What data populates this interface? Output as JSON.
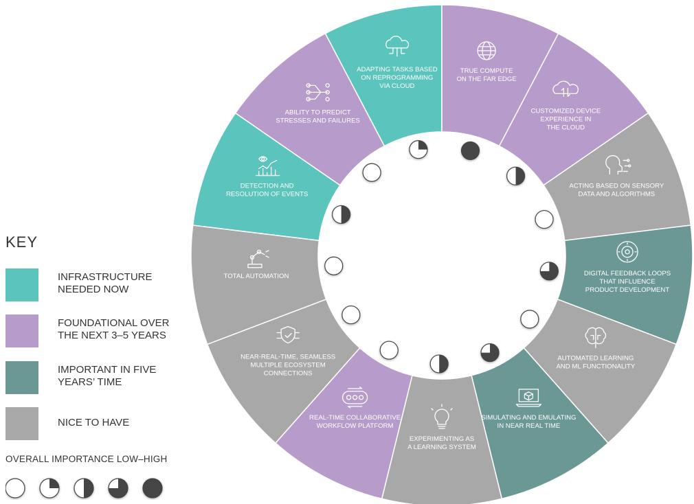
{
  "colors": {
    "infrastructure": "#5bc4bc",
    "foundational": "#b79bca",
    "important": "#6b9895",
    "nice": "#a9a8a8",
    "indicator": "#444444"
  },
  "segments": [
    {
      "lines": [
        "ADAPTING TASKS BASED",
        "ON REPROGRAMMING",
        "VIA CLOUD"
      ],
      "category": "infrastructure",
      "importance": 1,
      "icon": "cloud-network-icon"
    },
    {
      "lines": [
        "TRUE COMPUTE",
        "ON THE FAR EDGE"
      ],
      "category": "foundational",
      "importance": 4,
      "icon": "globe-icon"
    },
    {
      "lines": [
        "CUSTOMIZED  DEVICE",
        "EXPERIENCE IN",
        "THE CLOUD"
      ],
      "category": "foundational",
      "importance": 2,
      "icon": "cloud-sync-icon"
    },
    {
      "lines": [
        "ACTING BASED ON SENSORY",
        "DATA AND ALGORITHMS"
      ],
      "category": "nice",
      "importance": 0,
      "icon": "brain-circuit-icon"
    },
    {
      "lines": [
        "DIGITAL FEEDBACK LOOPS",
        "THAT INFLUENCE",
        "PRODUCT DEVELOPMENT"
      ],
      "category": "important",
      "importance": 3,
      "icon": "gear-cycle-icon"
    },
    {
      "lines": [
        "AUTOMATED LEARNING",
        "AND ML FUNCTIONALITY"
      ],
      "category": "nice",
      "importance": 0,
      "icon": "brain-icon"
    },
    {
      "lines": [
        "SIMULATING AND EMULATING",
        "IN NEAR REAL TIME"
      ],
      "category": "important",
      "importance": 3,
      "icon": "laptop-cube-icon"
    },
    {
      "lines": [
        "EXPERIMENTING AS",
        "A LEARNING SYSTEM"
      ],
      "category": "nice",
      "importance": 2,
      "icon": "lightbulb-icon"
    },
    {
      "lines": [
        "REAL-TIME COLLABORATIVE",
        "WORKFLOW PLATFORM"
      ],
      "category": "foundational",
      "importance": 0,
      "icon": "workflow-gears-icon"
    },
    {
      "lines": [
        "NEAR-REAL-TIME, SEAMLESS",
        "MULTIPLE  ECOSYSTEM",
        "CONNECTIONS"
      ],
      "category": "nice",
      "importance": 0,
      "icon": "shield-network-icon"
    },
    {
      "lines": [
        "TOTAL AUTOMATION"
      ],
      "category": "nice",
      "importance": 0,
      "icon": "robot-arm-icon"
    },
    {
      "lines": [
        "DETECTION AND",
        "RESOLUTION OF EVENTS"
      ],
      "category": "infrastructure",
      "importance": 2,
      "icon": "eye-chart-icon"
    },
    {
      "lines": [
        "ABILITY TO PREDICT",
        "STRESSES AND FAILURES"
      ],
      "category": "foundational",
      "importance": 0,
      "icon": "network-nodes-icon"
    }
  ],
  "key": {
    "title": "KEY",
    "items": [
      {
        "category": "infrastructure",
        "label": "INFRASTRUCTURE NEEDED NOW"
      },
      {
        "category": "foundational",
        "label": "FOUNDATIONAL OVER THE NEXT 3–5 YEARS"
      },
      {
        "category": "important",
        "label": "IMPORTANT IN FIVE YEARS’ TIME"
      },
      {
        "category": "nice",
        "label": "NICE TO HAVE"
      }
    ],
    "importance_title": "OVERALL IMPORTANCE LOW–HIGH",
    "importance_levels": [
      0,
      1,
      2,
      3,
      4
    ]
  }
}
